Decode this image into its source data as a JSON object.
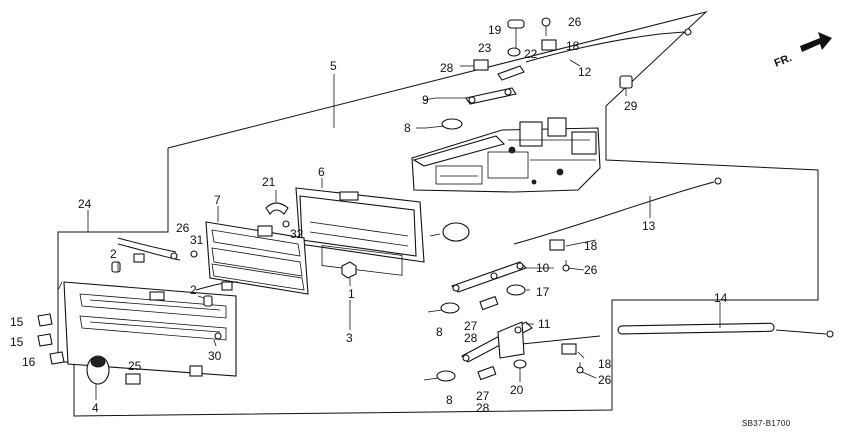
{
  "diagram": {
    "code": "SB37-B1700",
    "direction_label": "FR.",
    "callouts": [
      {
        "id": "c1",
        "text": "1"
      },
      {
        "id": "c2a",
        "text": "2"
      },
      {
        "id": "c2b",
        "text": "2"
      },
      {
        "id": "c3",
        "text": "3"
      },
      {
        "id": "c4",
        "text": "4"
      },
      {
        "id": "c5",
        "text": "5"
      },
      {
        "id": "c6",
        "text": "6"
      },
      {
        "id": "c7",
        "text": "7"
      },
      {
        "id": "c8a",
        "text": "8"
      },
      {
        "id": "c8b",
        "text": "8"
      },
      {
        "id": "c8c",
        "text": "8"
      },
      {
        "id": "c9",
        "text": "9"
      },
      {
        "id": "c10",
        "text": "10"
      },
      {
        "id": "c11",
        "text": "11"
      },
      {
        "id": "c12",
        "text": "12"
      },
      {
        "id": "c13",
        "text": "13"
      },
      {
        "id": "c14",
        "text": "14"
      },
      {
        "id": "c15a",
        "text": "15"
      },
      {
        "id": "c15b",
        "text": "15"
      },
      {
        "id": "c16",
        "text": "16"
      },
      {
        "id": "c17",
        "text": "17"
      },
      {
        "id": "c18a",
        "text": "18"
      },
      {
        "id": "c18b",
        "text": "18"
      },
      {
        "id": "c18c",
        "text": "18"
      },
      {
        "id": "c19",
        "text": "19"
      },
      {
        "id": "c20",
        "text": "20"
      },
      {
        "id": "c21",
        "text": "21"
      },
      {
        "id": "c22",
        "text": "22"
      },
      {
        "id": "c23",
        "text": "23"
      },
      {
        "id": "c24",
        "text": "24"
      },
      {
        "id": "c25",
        "text": "25"
      },
      {
        "id": "c26a",
        "text": "26"
      },
      {
        "id": "c26b",
        "text": "26"
      },
      {
        "id": "c26c",
        "text": "26"
      },
      {
        "id": "c26d",
        "text": "26"
      },
      {
        "id": "c27a",
        "text": "27"
      },
      {
        "id": "c27b",
        "text": "27"
      },
      {
        "id": "c28a",
        "text": "28"
      },
      {
        "id": "c28b",
        "text": "28"
      },
      {
        "id": "c28c",
        "text": "28"
      },
      {
        "id": "c29",
        "text": "29"
      },
      {
        "id": "c30",
        "text": "30"
      },
      {
        "id": "c31",
        "text": "31"
      },
      {
        "id": "c32",
        "text": "32"
      }
    ]
  }
}
